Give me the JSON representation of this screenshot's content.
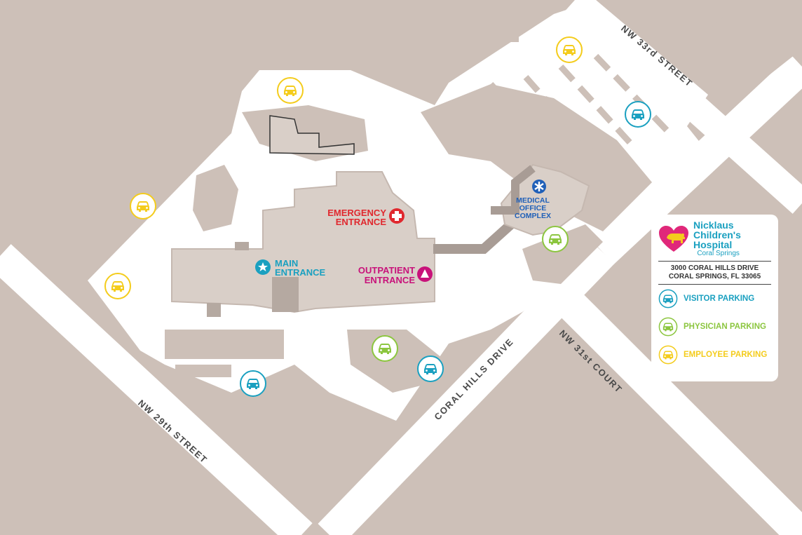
{
  "hospital": {
    "name_line1": "Nicklaus",
    "name_line2": "Children's",
    "name_line3": "Hospital",
    "location": "Coral Springs",
    "address_line1": "3000 CORAL HILLS DRIVE",
    "address_line2": "CORAL SPRINGS, FL 33065"
  },
  "streets": {
    "nw_33rd": "NW 33rd STREET",
    "nw_29th": "NW 29th STREET",
    "coral_hills": "CORAL HILLS DRIVE",
    "nw_31st": "NW 31st COURT"
  },
  "entrances": {
    "emergency_line1": "EMERGENCY",
    "emergency_line2": "ENTRANCE",
    "main_line1": "MAIN",
    "main_line2": "ENTRANCE",
    "outpatient_line1": "OUTPATIENT",
    "outpatient_line2": "ENTRANCE",
    "medical_line1": "MEDICAL",
    "medical_line2": "OFFICE",
    "medical_line3": "COMPLEX"
  },
  "legend": {
    "visitor": "VISITOR PARKING",
    "physician": "PHYSICIAN PARKING",
    "employee": "EMPLOYEE PARKING"
  },
  "colors": {
    "visitor": "#1aa0c0",
    "physician": "#8cc63f",
    "employee": "#f4cc1c",
    "emergency": "#e0282e",
    "outpatient": "#c8127a",
    "main": "#1aa0c0",
    "medical": "#2060b8"
  },
  "icons": {
    "parking": "car-icon",
    "emergency": "cross-icon",
    "main": "star-icon",
    "outpatient": "triangle-icon",
    "medical": "asterisk-icon"
  }
}
